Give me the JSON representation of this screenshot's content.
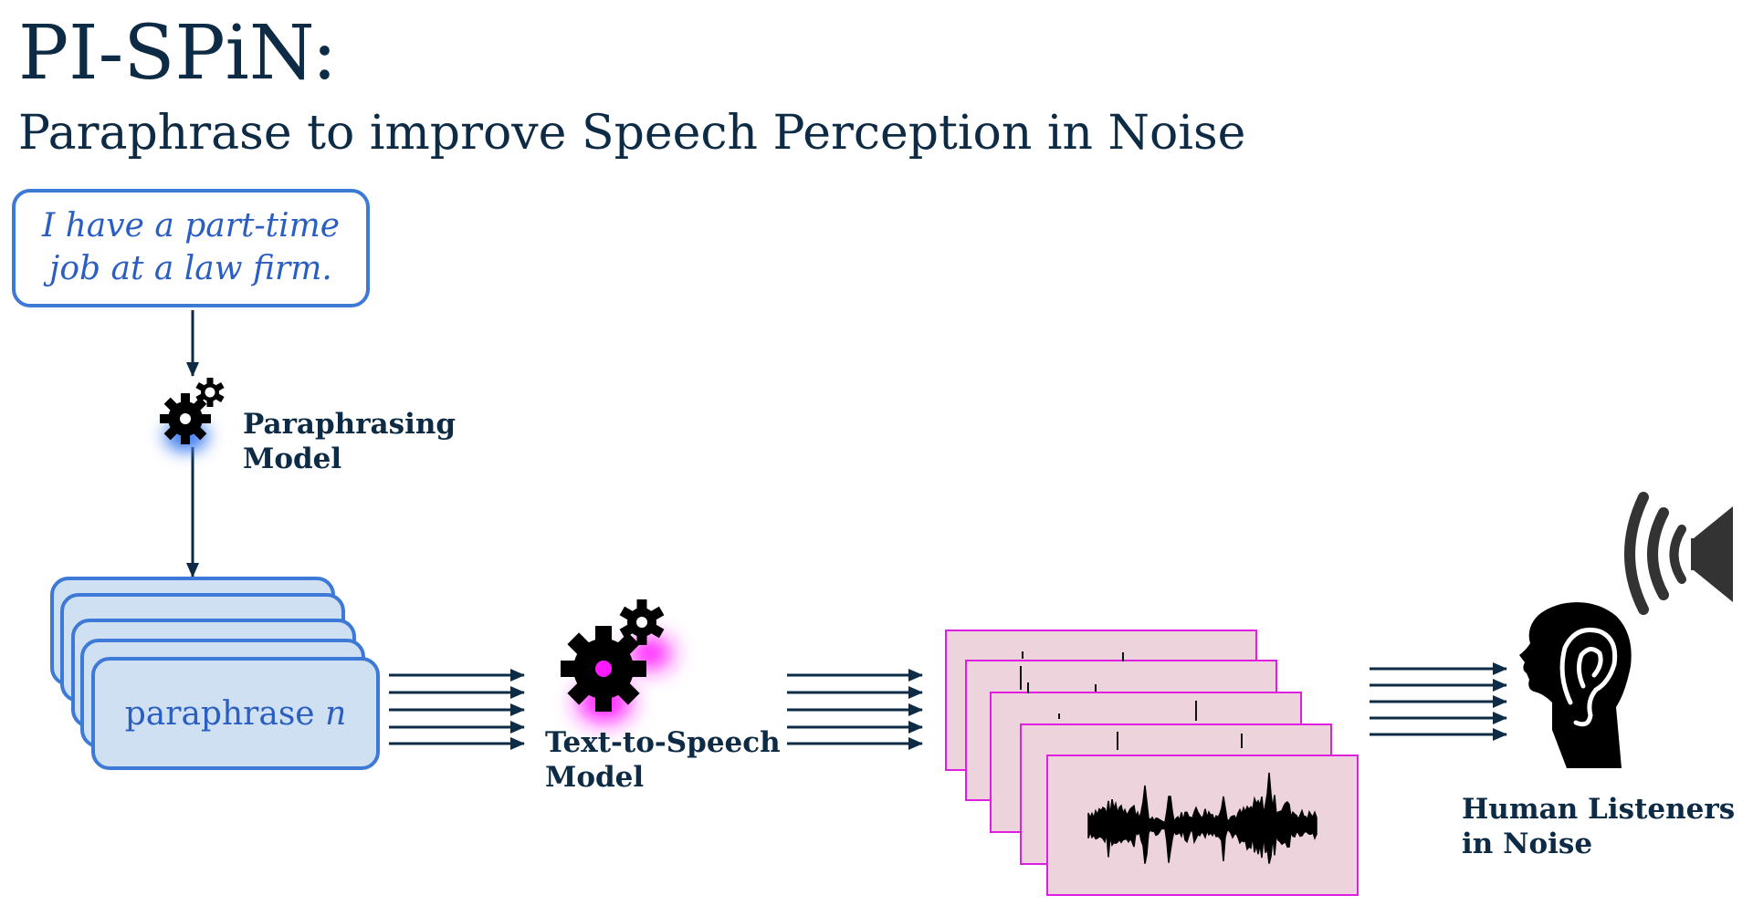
{
  "header": {
    "title": "PI-SPiN:",
    "subtitle": "Paraphrase to improve Speech Perception in Noise"
  },
  "input_sentence": {
    "line1": "I have a part-time",
    "line2": "job at a law firm."
  },
  "paraphrasing_model": {
    "line1": "Paraphrasing",
    "line2": "Model",
    "icon": "gears-icon",
    "glow_color": "#3d7cf0"
  },
  "paraphrases": {
    "label": "paraphrase",
    "variable": "n",
    "stack_count": 5
  },
  "tts_model": {
    "line1": "Text-to-Speech",
    "line2": "Model",
    "icon": "gears-icon",
    "glow_color": "#ff1aff"
  },
  "audio": {
    "stack_count": 5,
    "icon": "waveform-icon"
  },
  "listeners": {
    "line1": "Human Listeners",
    "line2": "in Noise",
    "head_icon": "listener-head-icon",
    "speaker_icon": "speaker-icon"
  },
  "colors": {
    "text_dark": "#0d2b45",
    "accent_blue": "#3d79d6",
    "card_fill": "#cfe0f2",
    "wave_fill": "#ecd3dc",
    "wave_border": "#e01ee0"
  }
}
